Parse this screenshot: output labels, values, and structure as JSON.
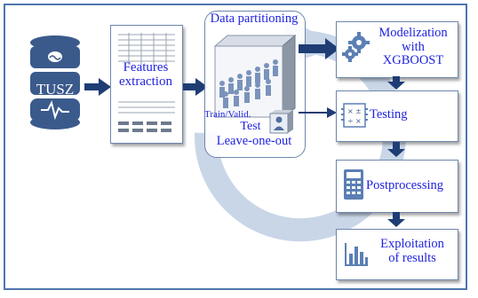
{
  "database": {
    "label": "TUSZ"
  },
  "features": {
    "label_line1": "Features",
    "label_line2": "extraction"
  },
  "partition": {
    "title": "Data partitioning",
    "train_valid": "Train/Valid.",
    "test": "Test",
    "leave_one_out": "Leave-one-out"
  },
  "steps": [
    {
      "line1": "Modelization",
      "line2": "with",
      "line3": "XGBOOST"
    },
    {
      "line1": "Testing"
    },
    {
      "line1": "Postprocessing"
    },
    {
      "line1": "Exploitation",
      "line2": "of results"
    }
  ],
  "colors": {
    "frame": "#4f75b0",
    "text": "#1f23e0",
    "arrow": "#1f3d75",
    "cycle": "#c9d6e8",
    "database": "#3b5a8c",
    "icon": "#5b7fb5"
  }
}
